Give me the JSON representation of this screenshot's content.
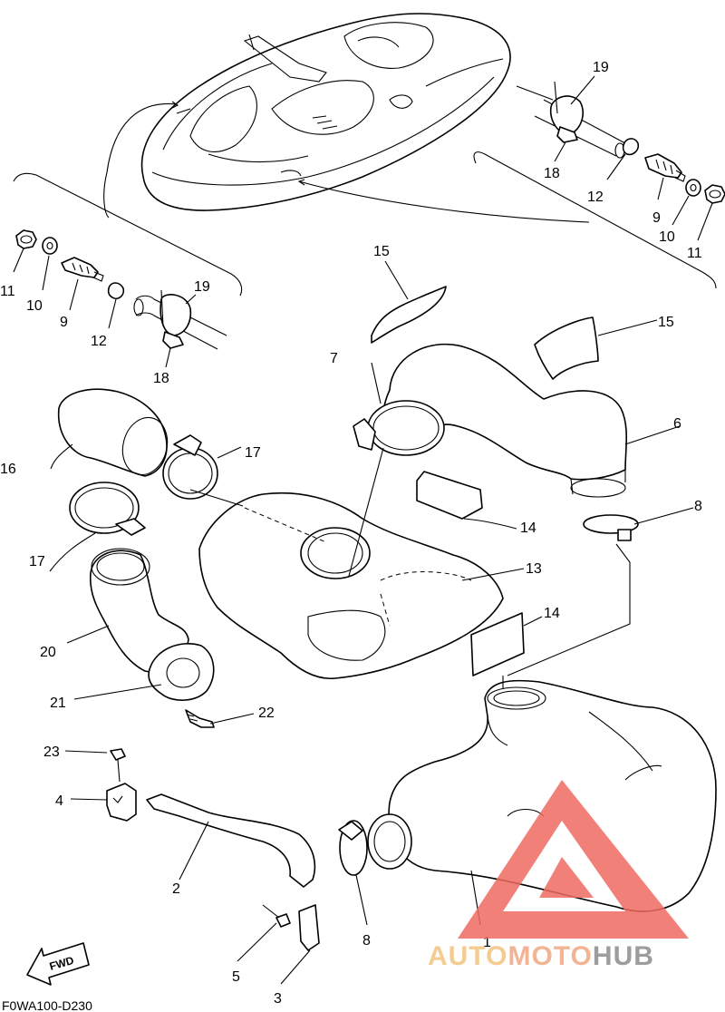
{
  "diagram_code": "F0WA100-D230",
  "fwd_label": "FWD",
  "watermark": {
    "part1": "AUTO",
    "part2": "MOTO",
    "part3": "HUB",
    "color_part1": "#f3c37e",
    "color_part2": "#f0a882",
    "color_part3": "#8c8c8c",
    "logo_color": "#ee6a62"
  },
  "callouts": {
    "n1": "1",
    "n2": "2",
    "n3": "3",
    "n4": "4",
    "n5": "5",
    "n6": "6",
    "n7": "7",
    "n8a": "8",
    "n8b": "8",
    "n9a": "9",
    "n9b": "9",
    "n10a": "10",
    "n10b": "10",
    "n11a": "11",
    "n11b": "11",
    "n12a": "12",
    "n12b": "12",
    "n13": "13",
    "n14a": "14",
    "n14b": "14",
    "n15a": "15",
    "n15b": "15",
    "n16": "16",
    "n17a": "17",
    "n17b": "17",
    "n18a": "18",
    "n18b": "18",
    "n19a": "19",
    "n19b": "19",
    "n20": "20",
    "n21": "21",
    "n22": "22",
    "n23": "23"
  }
}
